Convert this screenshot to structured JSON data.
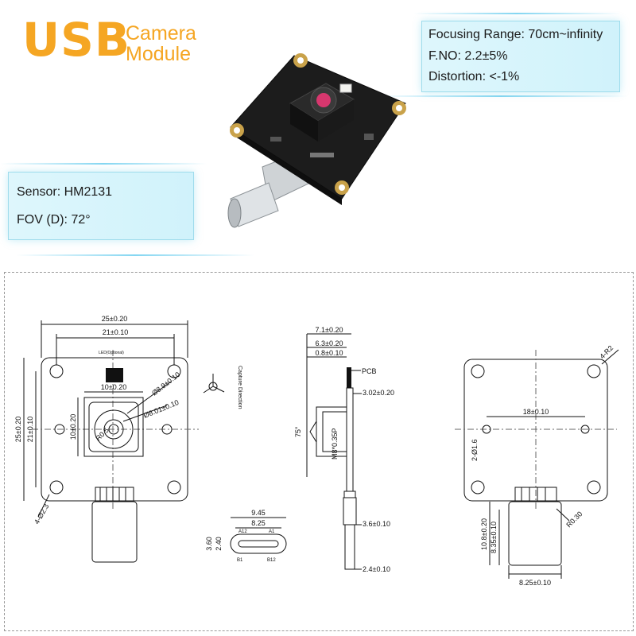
{
  "title": {
    "usb": "USB",
    "line1": "Camera",
    "line2": "Module"
  },
  "specs_right": [
    "Focusing Range: 70cm~infinity",
    "F.NO: 2.2±5%",
    "Distortion: <-1%"
  ],
  "specs_left": [
    "Sensor: HM2131",
    "FOV (D): 72°"
  ],
  "colors": {
    "accent": "#f5a623",
    "panel": "#dcf6fc",
    "pcb": "#1c1c1c"
  },
  "drawing": {
    "front": {
      "w_outer": "25±0.20",
      "w_holes": "21±0.10",
      "h_outer": "25±0.20",
      "h_holes": "21±0.10",
      "led_label": "LED(Optional)",
      "sensor_w": "10±0.20",
      "sensor_h": "10±0.20",
      "dia1": "Ø8.9±0.10",
      "dia2": "Ø8.01±0.10",
      "radius": "R0.5",
      "holes": "4-Ø2.3"
    },
    "side": {
      "d1": "7.1±0.20",
      "d2": "6.3±0.20",
      "d3": "0.8±0.10",
      "pcb": "PCB",
      "d4": "3.02±0.20",
      "angle": "75°",
      "thread": "M8*0.35P",
      "d5": "3.6±0.10",
      "d6": "2.4±0.10",
      "capture": "Capture Direction"
    },
    "connector": {
      "w1": "9.45",
      "w2": "8.25",
      "h1": "3.60",
      "h2": "2.40",
      "a12": "A12",
      "a1": "A1",
      "b1": "B1",
      "b12": "B12"
    },
    "back": {
      "corner": "4-R2",
      "holes_dist": "18±0.10",
      "hole_dia": "2-Ø1.6",
      "h1": "10.8±0.20",
      "h2": "8.35±0.10",
      "w": "8.25±0.10",
      "r": "R0.30"
    }
  }
}
